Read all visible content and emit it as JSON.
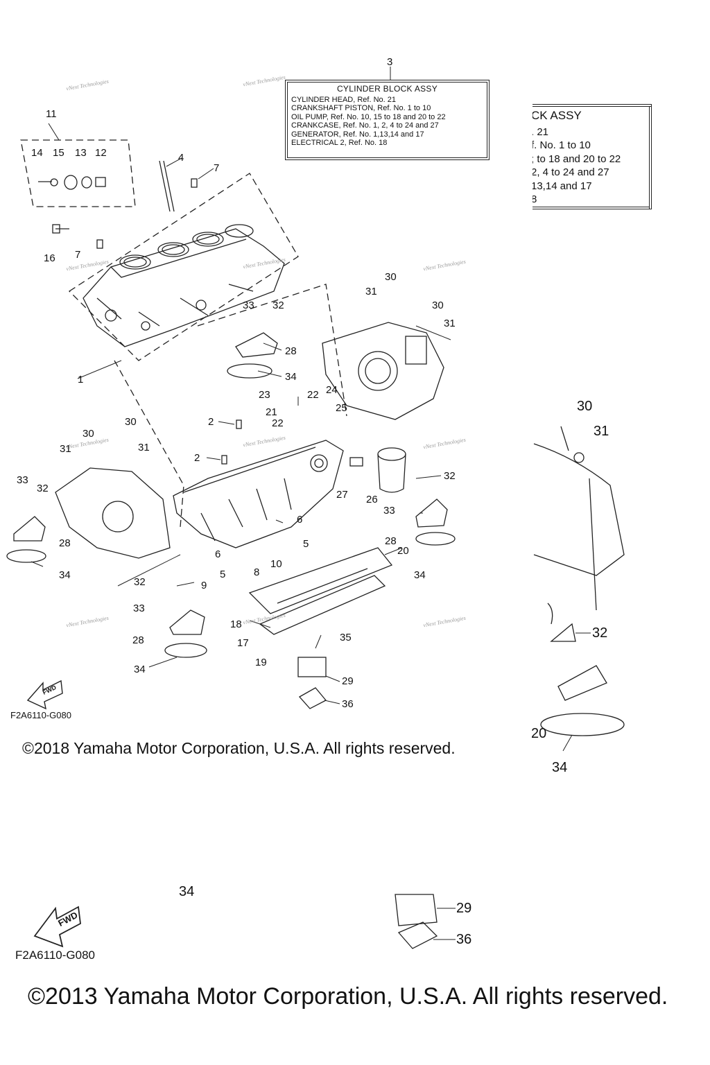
{
  "assembly_box": {
    "ref_number": "3",
    "title": "CYLINDER BLOCK ASSY",
    "lines": [
      "CYLINDER HEAD, Ref. No. 21",
      "CRANKSHAFT PISTON, Ref. No. 1 to 10",
      "OIL PUMP,  Ref. No. 10, 15 to 18  and 20 to 22",
      "CRANKCASE, Ref. No. 1, 2, 4 to 24 and 27",
      "GENERATOR, Ref. No. 1,13,14 and 17",
      "ELECTRICAL 2, Ref. No. 18"
    ]
  },
  "assembly_box_crop": {
    "title": "CK ASSY",
    "lines": [
      ". 21",
      "f. No. 1 to 10",
      "; to 18  and 20 to 22",
      "2, 4 to 24 and 27",
      "13,14 and 17",
      "8"
    ]
  },
  "callouts": [
    "11",
    "14",
    "15",
    "13",
    "12",
    "4",
    "7",
    "16",
    "7",
    "1",
    "30",
    "31",
    "30",
    "31",
    "33",
    "32",
    "28",
    "34",
    "23",
    "22",
    "24",
    "21",
    "25",
    "22",
    "2",
    "30",
    "30",
    "31",
    "31",
    "33",
    "32",
    "2",
    "27",
    "26",
    "32",
    "33",
    "6",
    "5",
    "28",
    "20",
    "28",
    "6",
    "5",
    "8",
    "10",
    "34",
    "34",
    "32",
    "9",
    "33",
    "18",
    "35",
    "28",
    "17",
    "19",
    "29",
    "34",
    "36",
    "30",
    "31",
    "32",
    "20",
    "34",
    "34",
    "29",
    "36"
  ],
  "figure_code": "F2A6110-G080",
  "figure_code_large": "F2A6110-G080",
  "copyright_2018": "©2018 Yamaha Motor Corporation, U.S.A. All rights reserved.",
  "copyright_2013": "©2013 Yamaha Motor Corporation, U.S.A. All rights reserved.",
  "fwd_label": "FWD",
  "watermark": "vNext Technologies",
  "icons": [
    "fwd-arrow-icon",
    "fwd-arrow-icon-large"
  ]
}
